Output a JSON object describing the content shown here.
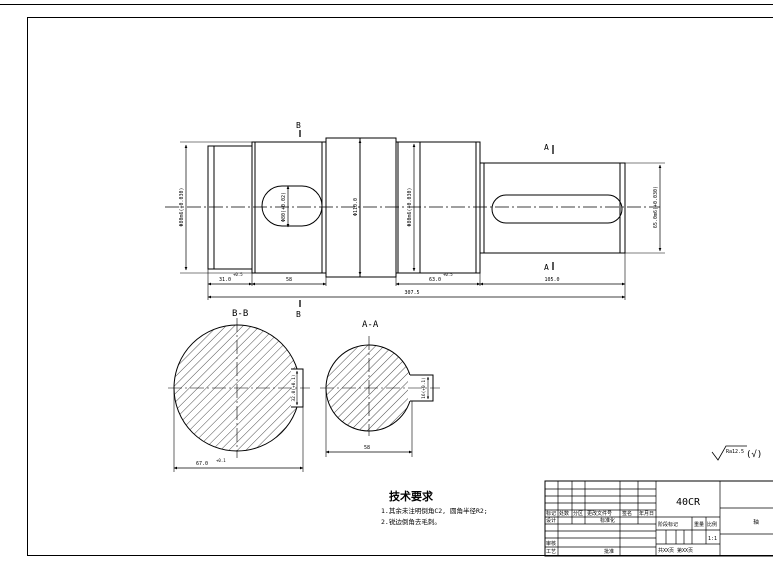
{
  "drawing": {
    "section_marks": {
      "b_top": "B",
      "b_bottom": "B",
      "a_top": "A",
      "a_bottom": "A"
    },
    "dims": {
      "dia_left": "Φ80m6(+0.030)",
      "dia_keyway_section": "Φ80(+0.02)",
      "dia_collar": "Φ110.0",
      "dia_right": "Φ80m6(+0.030)",
      "dia_shaft_end": "65.0m6(+0.030)",
      "len_left": "31.0",
      "len_left_tol": "+0.5",
      "len_mid": "58",
      "len_right": "63.0",
      "len_right_tol": "+0.5",
      "len_end": "105.0",
      "len_total": "307.5"
    },
    "section_bb": {
      "title": "B-B",
      "keyway_depth": "32.0(+0.1)",
      "width": "67.0",
      "width_tol": "+0.1"
    },
    "section_aa": {
      "title": "A-A",
      "keyway_depth": "16(+0.1)",
      "width": "58"
    },
    "surface_mark": {
      "ra": "Ra12.5",
      "paren": "(√)"
    },
    "requirements": {
      "title": "技术要求",
      "item1": "1.其余未注明倒角C2, 圆角半径R2;",
      "item2": "2.锐边倒角去毛刺。"
    }
  },
  "title_block": {
    "material": "40CR",
    "part_name": "轴",
    "h_mark": "标记",
    "h_count": "处数",
    "h_zone": "分区",
    "h_doc": "更改文件号",
    "h_sign": "签名",
    "h_date": "年月日",
    "h_design": "设计",
    "h_std": "标准化",
    "h_stage": "阶段标记",
    "h_weight": "重量",
    "h_scale": "比例",
    "scale_value": "1:1",
    "h_review": "审核",
    "h_process": "工艺",
    "h_approve": "批准",
    "sheet": "共XX页 第XX页"
  }
}
